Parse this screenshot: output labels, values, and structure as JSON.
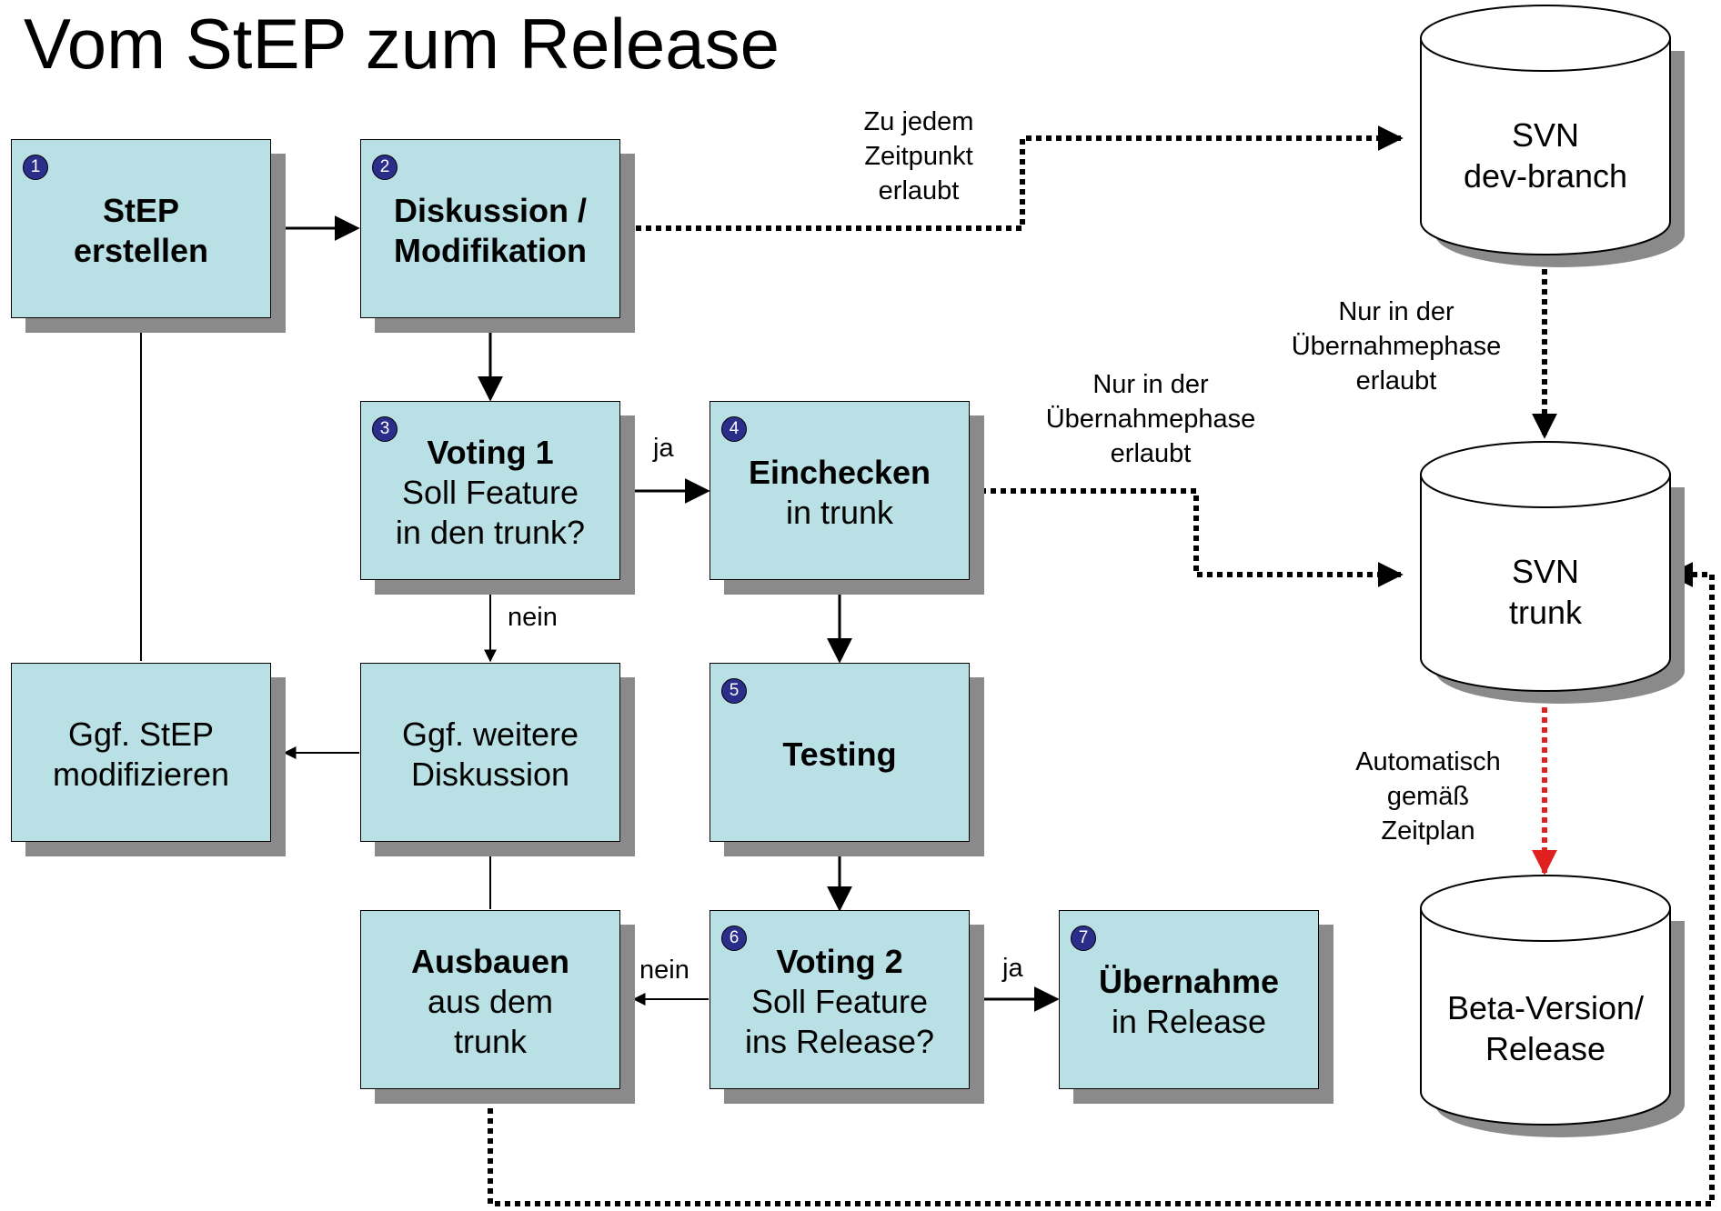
{
  "title": "Vom StEP zum Release",
  "boxes": {
    "b1": {
      "num": "1",
      "bold": [
        "StEP",
        "erstellen"
      ],
      "normal": []
    },
    "b2": {
      "num": "2",
      "bold": [
        "Diskussion /",
        "Modifikation"
      ],
      "normal": []
    },
    "b3": {
      "num": "3",
      "bold": [
        "Voting 1"
      ],
      "normal": [
        "Soll Feature",
        "in den trunk?"
      ]
    },
    "b4": {
      "num": "4",
      "bold": [
        "Einchecken"
      ],
      "normal": [
        "in trunk"
      ]
    },
    "b5": {
      "num": "5",
      "bold": [
        "Testing"
      ],
      "normal": []
    },
    "b6": {
      "num": "6",
      "bold": [
        "Voting 2"
      ],
      "normal": [
        "Soll Feature",
        "ins Release?"
      ]
    },
    "b7": {
      "num": "7",
      "bold": [
        "Übernahme"
      ],
      "normal": [
        "in Release"
      ]
    },
    "b8": {
      "num": "",
      "bold": [],
      "normal": [
        "Ggf. StEP",
        "modifizieren"
      ]
    },
    "b9": {
      "num": "",
      "bold": [],
      "normal": [
        "Ggf. weitere",
        "Diskussion"
      ]
    },
    "b10": {
      "num": "",
      "bold": [
        "Ausbauen"
      ],
      "normal": [
        "aus dem",
        "trunk"
      ]
    }
  },
  "databases": {
    "dev": [
      "SVN",
      "dev-branch"
    ],
    "trunk": [
      "SVN",
      "trunk"
    ],
    "release": [
      "Beta-Version/",
      "Release"
    ]
  },
  "labels": {
    "ja1": "ja",
    "nein1": "nein",
    "nein2": "nein",
    "ja2": "ja",
    "zu_jedem": [
      "Zu jedem",
      "Zeitpunkt",
      "erlaubt"
    ],
    "nur_trunk": [
      "Nur in der",
      "Übernahmephase",
      "erlaubt"
    ],
    "nur_dev": [
      "Nur in der",
      "Übernahmephase",
      "erlaubt"
    ],
    "automatisch": [
      "Automatisch",
      "gemäß",
      "Zeitplan"
    ]
  },
  "colors": {
    "box_fill": "#b9e0e4",
    "shadow": "#8a8a8a",
    "badge": "#2b2d8a",
    "auto_arrow": "#e02020"
  }
}
